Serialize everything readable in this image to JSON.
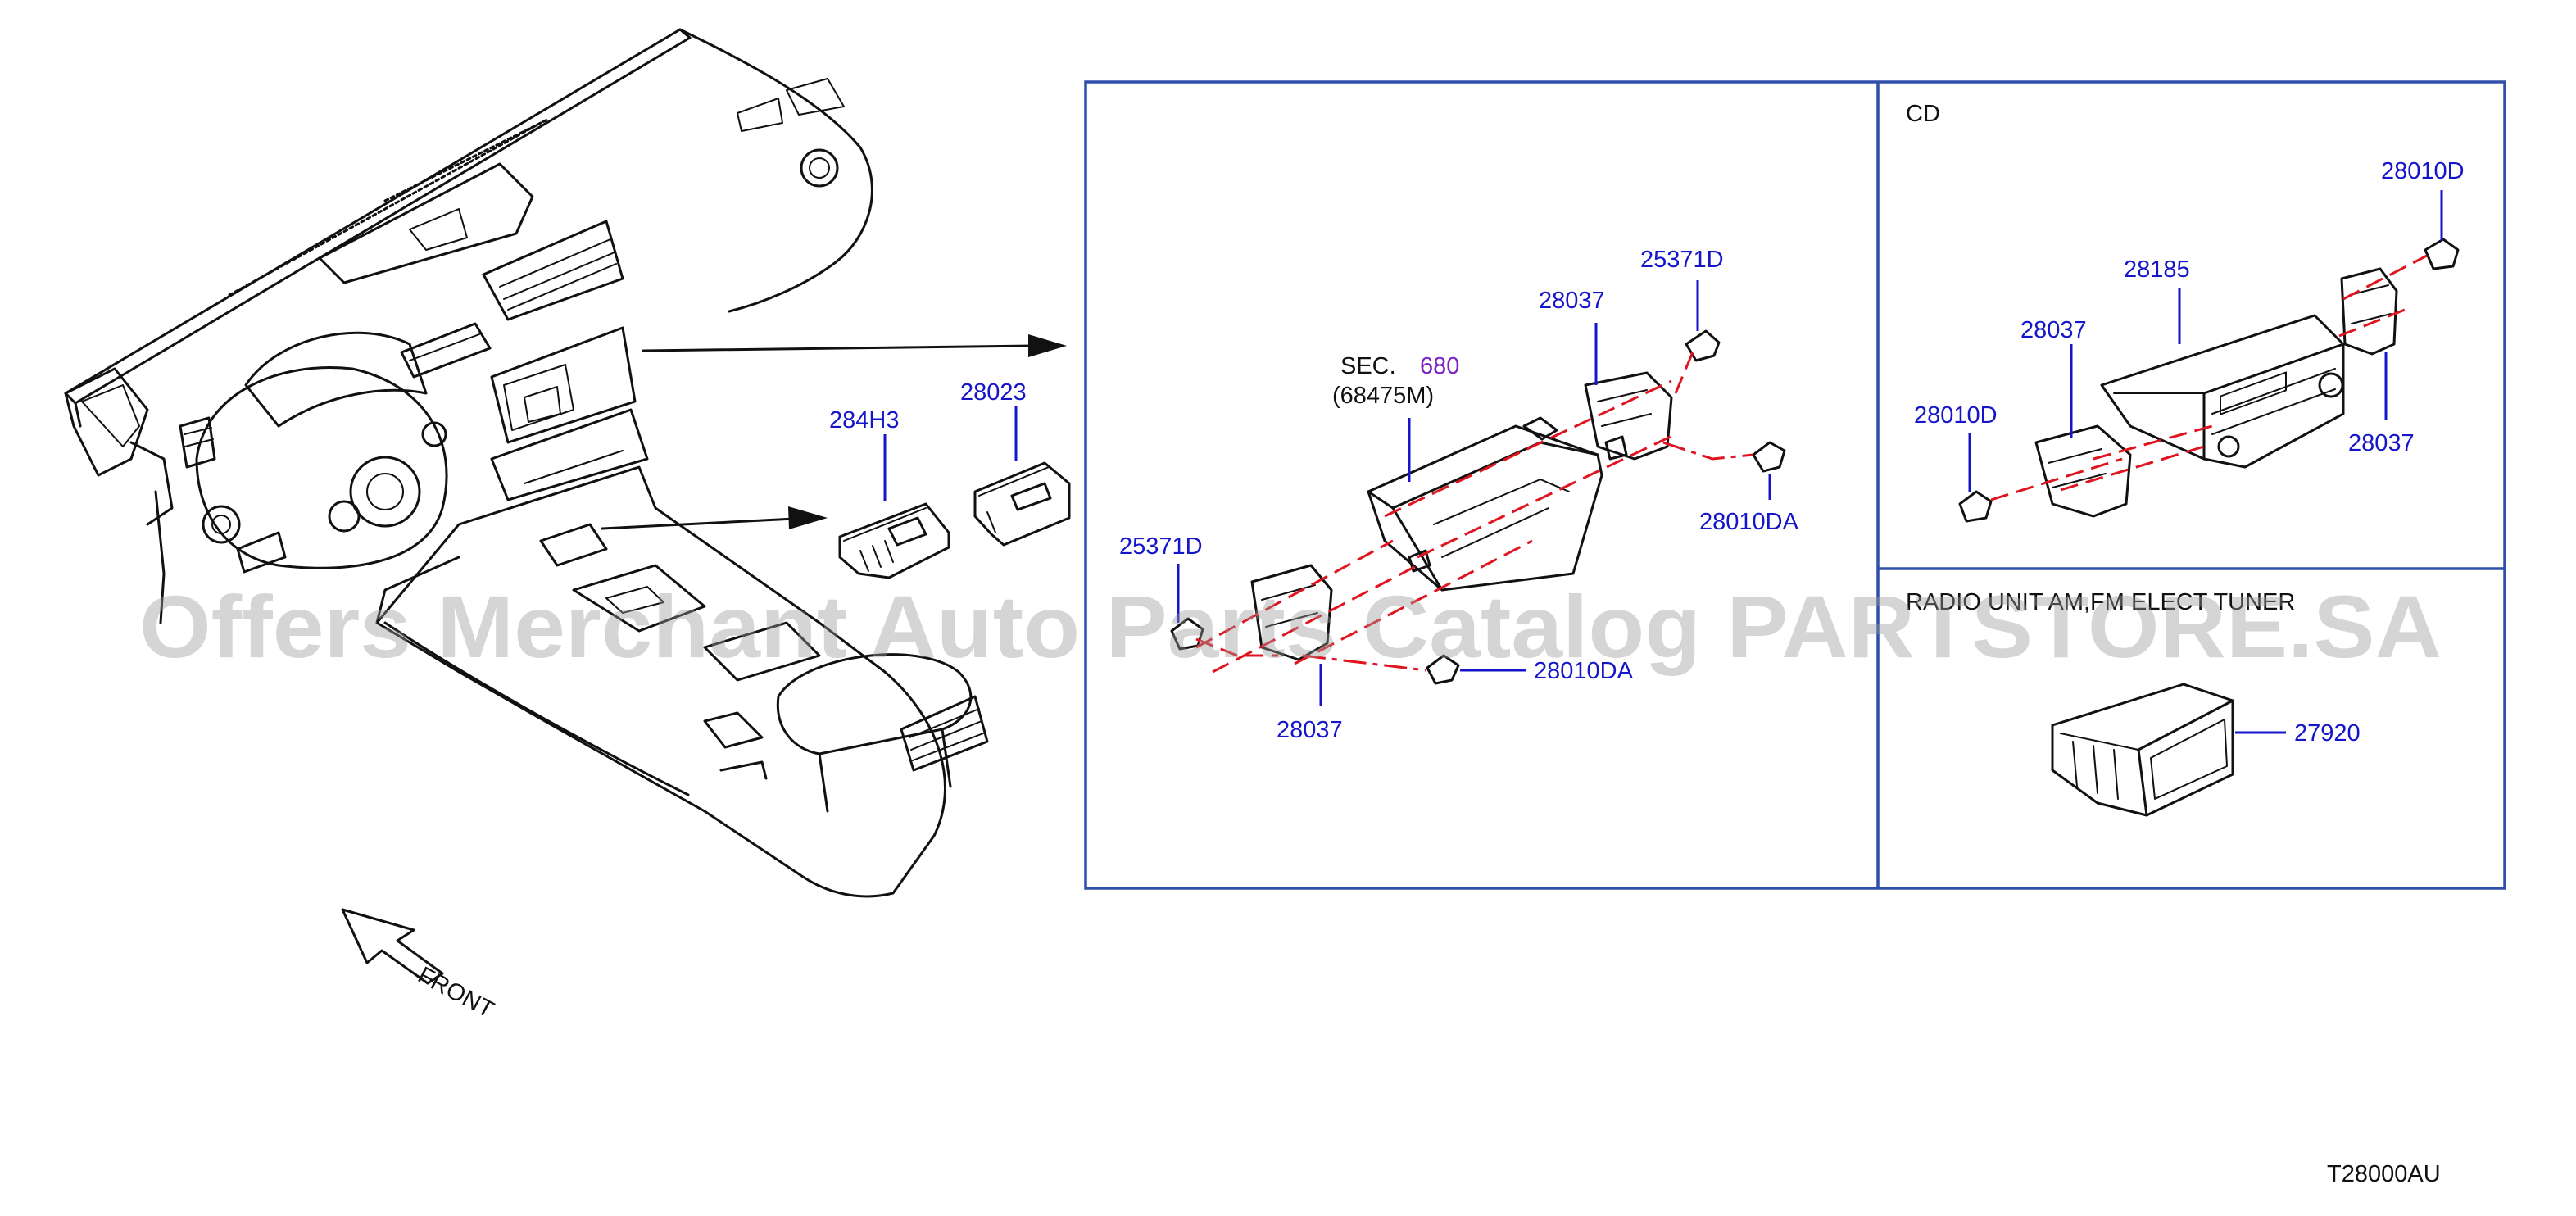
{
  "labels": {
    "p284h3": "284H3",
    "p28023": "28023",
    "p25371d_top": "25371D",
    "p28037_top": "28037",
    "sec": "SEC.",
    "sec_num": "680",
    "sec_ref": "(68475M)",
    "p28010da_right": "28010DA",
    "p25371d_left": "25371D",
    "p28010da_bottom": "28010DA",
    "p28037_bottom": "28037",
    "cd_title": "CD",
    "cd_28010d_top": "28010D",
    "cd_28185": "28185",
    "cd_28037_left": "28037",
    "cd_28010d_left": "28010D",
    "cd_28037_right": "28037",
    "radio_title": "RADIO UNIT AM,FM ELECT TUNER",
    "p27920": "27920",
    "front": "FRONT",
    "diagram_code": "T28000AU"
  },
  "watermark": "Offers Merchant Auto Parts Catalog PARTSTORE.SA",
  "colors": {
    "part_number": "#1515c9",
    "section_ref": "#7a22c9",
    "assembly_line": "#e0141e",
    "frame": "#2f4fa8",
    "watermark": "#9a9a9a"
  }
}
